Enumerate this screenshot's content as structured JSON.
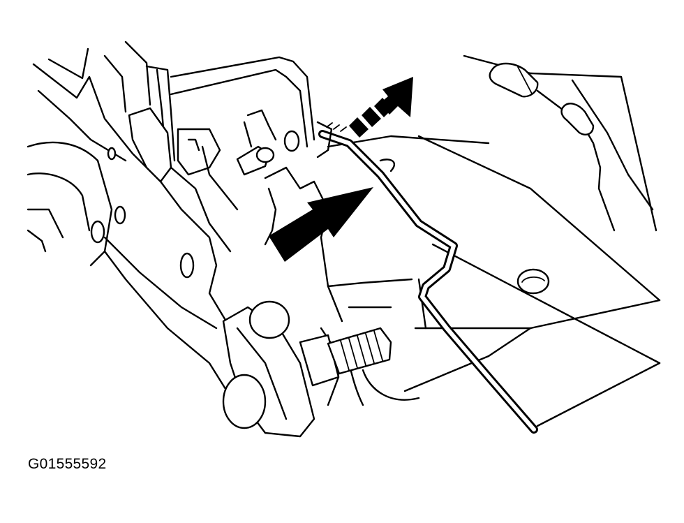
{
  "figure": {
    "id_label": "G01555592"
  },
  "arrows": [
    {
      "name": "solid-arrow",
      "style": "solid"
    },
    {
      "name": "dashed-arrow",
      "style": "dashed"
    }
  ],
  "colors": {
    "line": "#000000",
    "background": "#ffffff"
  }
}
